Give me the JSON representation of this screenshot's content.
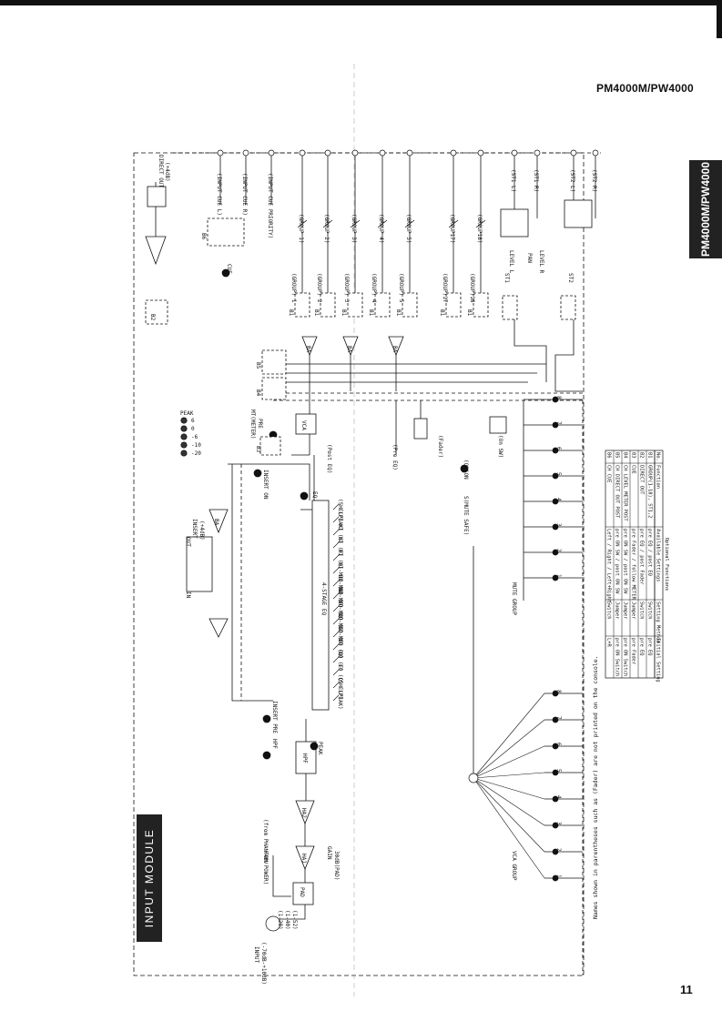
{
  "header": {
    "model": "PM4000M/PW4000"
  },
  "side_tab": {
    "label": "PM4000M/PW4000"
  },
  "module_title": "INPUT MODULE",
  "page_number": "11",
  "note": "Names shown in parentheses such as (Fader) are not printed on the console.",
  "labels": {
    "direct_out": "DIRECT OUT",
    "direct_out_level": "(+4dB)",
    "input_cue_l": "(INPUT CUE L)",
    "input_cue_r": "(INPUT CUE R)",
    "input_cue_priority": "(INPUT CUE PRIORITY)",
    "cue": "CUE",
    "groups": [
      "(GROUP 1)",
      "(GROUP 2)",
      "(GROUP 3)",
      "(GROUP 4)",
      "(GROUP 5)",
      "(GROUP17)",
      "(GROUP18)"
    ],
    "group_sw": [
      "(GROUP) 1",
      "(GROUP) 2",
      "(GROUP) 3",
      "(GROUP) 4",
      "(GROUP) 5",
      "(GROUP)17",
      "(GROUP)18"
    ],
    "st1_l": "(ST1 L)",
    "st1_r": "(ST1 R)",
    "st2_l": "(ST2 L)",
    "st2_r": "(ST2 R)",
    "st1": "ST1",
    "st2": "ST2",
    "level_l": "LEVEL L",
    "pan": "PAN",
    "level_r": "LEVEL R",
    "peak": "PEAK",
    "meter_scale": [
      "6",
      "0",
      "-6",
      "-10",
      "-20"
    ],
    "mt_meter": "MT(METER)",
    "pre": "PRE",
    "vca": "VCA",
    "post_eq": "(Post EQ)",
    "pre_eq": "(Pre EQ)",
    "fader": "(Fader)",
    "mute_safe": "S(MUTE SAFE)",
    "on": "(ON)ON",
    "sw_on": "(On SW)",
    "insert_on": "INSERT ON",
    "insert": "INSERT",
    "insert_level": "(+4dB)",
    "in": "IN",
    "out": "OUT",
    "ba": "BA",
    "eq": "EQ",
    "eq_stage": "4-STAGE EQ",
    "eq_bands": [
      "(SHELF)",
      "(PEAK)",
      "HI (G)",
      "HI (F)",
      "HI (Q)",
      "HI-MID (G)",
      "HI-MID (F)",
      "HI-MID (Q)",
      "LO-MID (G)",
      "LO-MID (F)",
      "LO-MID (Q)",
      "LO (G)",
      "LO (F)",
      "LO (Q)",
      "(SHELF)",
      "(PEAK)"
    ],
    "insert_pre": "INSERT PRE",
    "hpf": "HPF",
    "phantom": "(from PHANTOM POWER)",
    "plus48v": "+48V",
    "gain": "GAIN",
    "pad30": "30dB(PAD)",
    "pad": "PAD",
    "ha1": "HA1",
    "ha2": "HA2",
    "input": "INPUT",
    "input_level": "(-70dB-+10dB)",
    "ranges": [
      "(1-28)",
      "(1-40)",
      "(1-52)"
    ],
    "vca_group": "VCA GROUP",
    "mute_group": "MUTE GROUP",
    "b_labels": [
      "B1",
      "B2",
      "B3",
      "B4",
      "B5",
      "B6"
    ],
    "numbers": [
      "1",
      "2",
      "3",
      "4",
      "5",
      "6",
      "7",
      "8"
    ]
  },
  "table": {
    "title": "Optional Functions",
    "headers": [
      "No.",
      "Function",
      "Available Settings",
      "Setting Method",
      "Initial Setting"
    ],
    "rows": [
      [
        "B1",
        "GROUP(1-18), ST1,2",
        "pre EQ / post EQ",
        "Switch",
        "pre EQ"
      ],
      [
        "B2",
        "DIRECT OUT",
        "pre EQ / post Fader",
        "Switch",
        "pre EQ"
      ],
      [
        "B3",
        "CUE",
        "pre Fader / follow METER",
        "Jumper",
        "pre Fader"
      ],
      [
        "B4",
        "CH LEVEL METER POST",
        "pre ON SW / post ON SW",
        "Jumper",
        "pre ON Switch"
      ],
      [
        "B5",
        "CH DIRECT OUT POST",
        "pre ON SW / post ON SW",
        "Jumper",
        "pre ON Switch"
      ],
      [
        "B6",
        "CH CUE",
        "Left / Right / Left+Right",
        "Switch",
        "L+R"
      ]
    ]
  }
}
